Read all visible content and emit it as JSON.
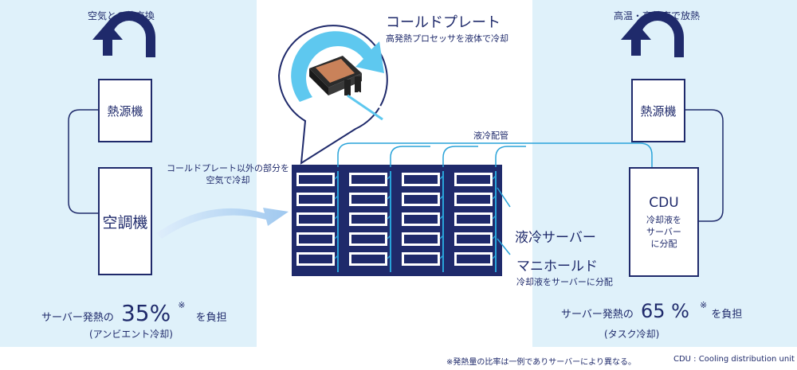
{
  "left": {
    "top_label": "空気との熱交換",
    "heat_source": "熱源機",
    "aircon": "空調機",
    "share_prefix": "サーバー発熱の",
    "share_value": "35%",
    "share_mark": "※",
    "share_suffix": "を負担",
    "share_note": "(アンビエント冷却)"
  },
  "right": {
    "top_label": "高温・高効率で放熱",
    "heat_source": "熱源機",
    "cdu_title": "CDU",
    "cdu_desc_1": "冷却液を",
    "cdu_desc_2": "サーバー",
    "cdu_desc_3": "に分配",
    "share_prefix": "サーバー発熱の",
    "share_value": "65 %",
    "share_mark": "※",
    "share_suffix": "を負担",
    "share_note": "(タスク冷却)"
  },
  "center": {
    "cold_plate_title": "コールドプレート",
    "cold_plate_desc": "高発熱プロセッサを液体で冷却",
    "piping_label": "液冷配管",
    "air_note_1": "コールドプレート以外の部分を",
    "air_note_2": "空気で冷却",
    "server_label": "液冷サーバー",
    "manifold_label": "マニホールド",
    "manifold_desc": "冷却液をサーバーに分配"
  },
  "footnote": {
    "ratio_note": "※発熱量の比率は一例でありサーバーにより異なる。",
    "cdu_def": "CDU : Cooling distribution unit"
  },
  "colors": {
    "navy": "#1f2a6b",
    "panel_bg": "#dff1fa",
    "liquid": "#29a3d9",
    "airflow": "#a9cff2"
  }
}
